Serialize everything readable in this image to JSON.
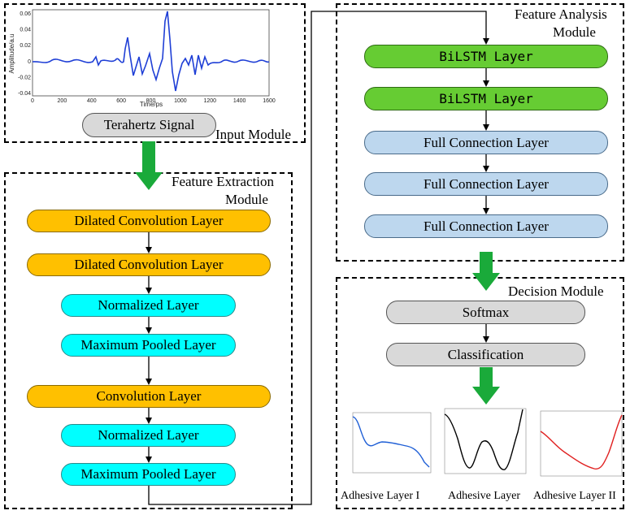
{
  "input_module": {
    "title": "Input Module",
    "signal_label": "Terahertz Signal",
    "plot": {
      "ylabel": "Amplitude/a.u",
      "xlabel": "Time/ps",
      "x_ticks": [
        "0",
        "200",
        "400",
        "600",
        "800",
        "1000",
        "1200",
        "1400",
        "1600"
      ],
      "y_ticks": [
        "0.06",
        "0.04",
        "0.02",
        "0",
        "-0.02",
        "-0.04"
      ]
    }
  },
  "feature_extraction": {
    "title_line1": "Feature Extraction",
    "title_line2": "Module",
    "layers": [
      "Dilated Convolution Layer",
      "Dilated Convolution Layer",
      "Normalized Layer",
      "Maximum Pooled Layer",
      "Convolution Layer",
      "Normalized Layer",
      "Maximum Pooled Layer"
    ]
  },
  "feature_analysis": {
    "title_line1": "Feature Analysis",
    "title_line2": "Module",
    "layers": [
      "BiLSTM Layer",
      "BiLSTM Layer",
      "Full Connection Layer",
      "Full Connection Layer",
      "Full Connection Layer"
    ]
  },
  "decision": {
    "title": "Decision Module",
    "layers": [
      "Softmax",
      "Classification"
    ],
    "outputs": [
      "Adhesive Layer I",
      "Adhesive Layer",
      "Adhesive Layer II"
    ],
    "output_colors": [
      "#1f5fd6",
      "#000000",
      "#e02020"
    ]
  },
  "colors": {
    "dilated_conv": "#ffc000",
    "normalized": "#00ffff",
    "bilstm": "#66cc33",
    "full_connection": "#bdd7ee",
    "gray": "#d9d9d9",
    "arrow_green": "#1aaa3a"
  }
}
